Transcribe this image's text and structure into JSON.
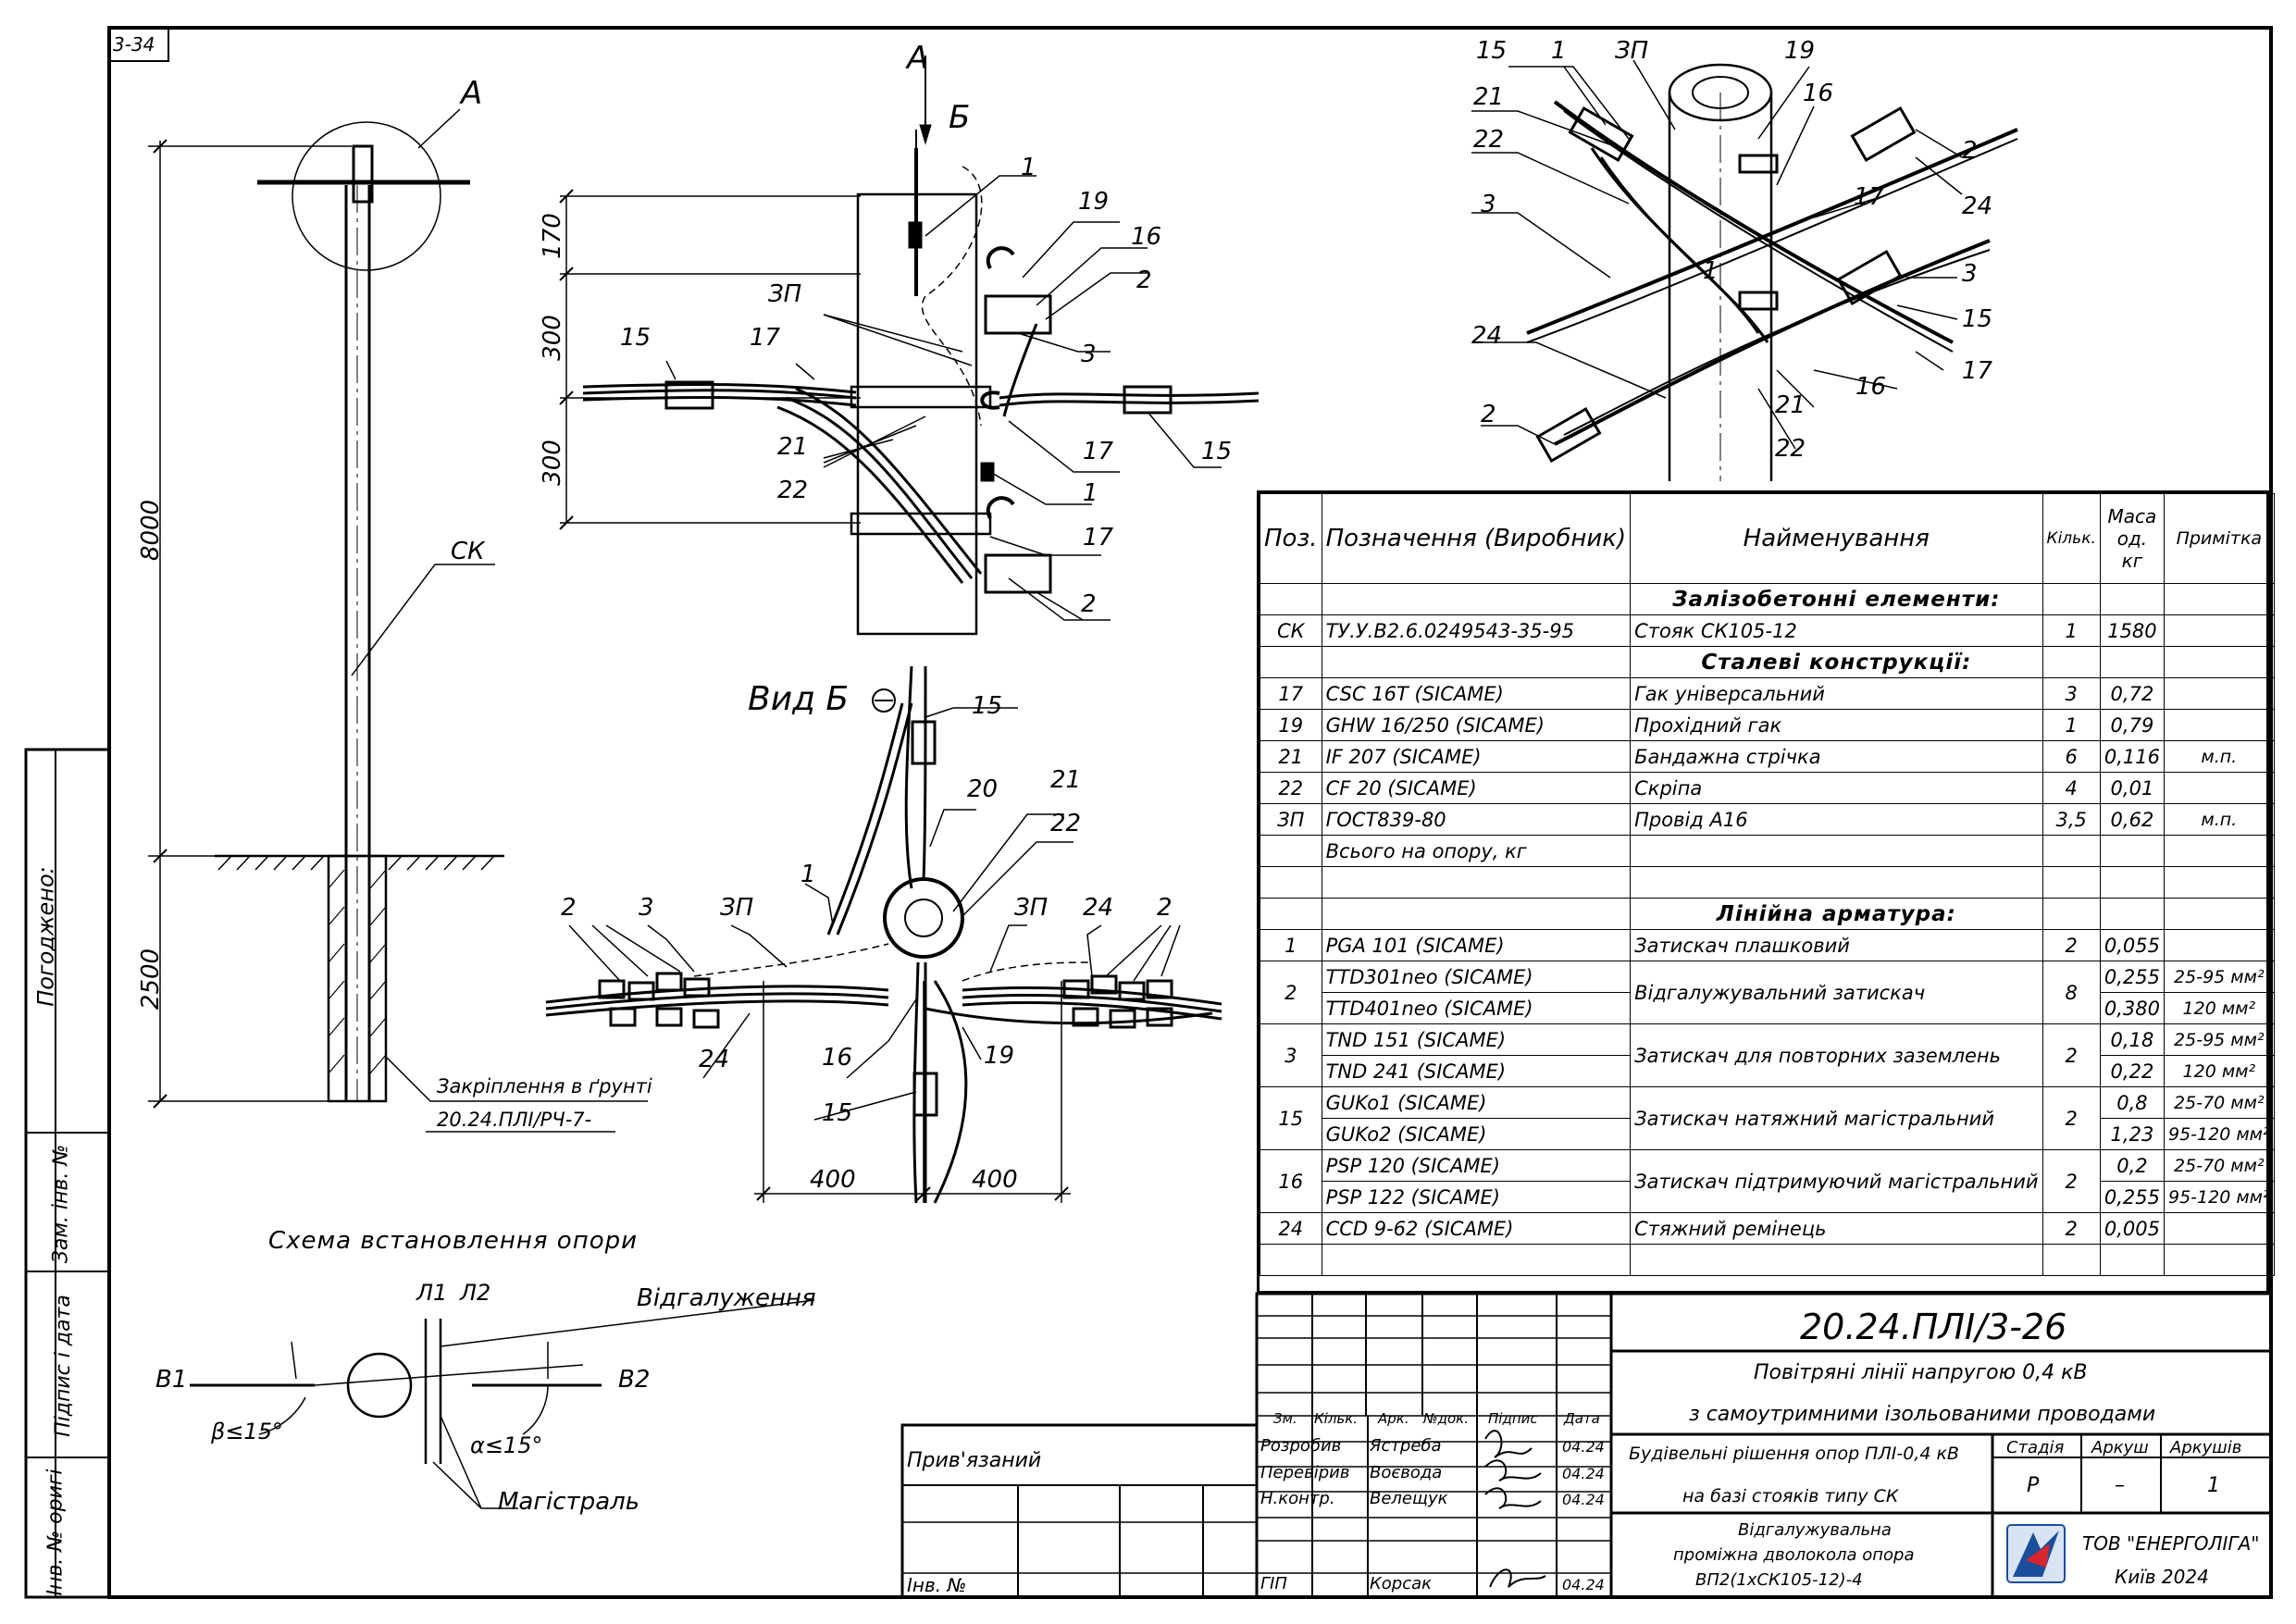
{
  "sheet_id": "3-34",
  "document_code": "20.24.ПЛІ/3-26",
  "title_line1": "Повітряні лінії напругою 0,4 кВ",
  "title_line2": "з самоутримними ізольованими проводами",
  "subtitle_line1": "Будівельні рішення опор ПЛІ-0,4 кВ",
  "subtitle_line2": "на базі стояків типу СК",
  "drawing_name_line1": "Відгалужувальна",
  "drawing_name_line2": "проміжна дволокола опора",
  "drawing_name_line3": "ВП2(1хСК105-12)-4",
  "company_line1": "ТОВ \"ЕНЕРГОЛІГА\"",
  "company_line2": "Київ 2024",
  "stage_header": "Стадія",
  "sheet_header": "Аркуш",
  "sheets_header": "Аркушів",
  "stage_value": "Р",
  "sheet_value": "–",
  "sheets_value": "1",
  "revision_headers": [
    "Зм.",
    "Кільк.",
    "Арк.",
    "№док.",
    "Підпис",
    "Дата"
  ],
  "signatures": [
    {
      "role": "Розробив",
      "name": "Ястреба",
      "date": "04.24"
    },
    {
      "role": "Перевірив",
      "name": "Воєвода",
      "date": "04.24"
    },
    {
      "role": "Н.контр.",
      "name": "Велещук",
      "date": "04.24"
    },
    {
      "role": "ГІП",
      "name": "Корсак",
      "date": "04.24"
    }
  ],
  "bound_label": "Прив'язаний",
  "inv_label": "Інв. №",
  "side_labels": {
    "agreed": "Погоджено:",
    "replace_inv": "Зам. інв. №",
    "sign_date": "Підпис і дата",
    "inv_orig": "Інв. № оригі"
  },
  "pole_view": {
    "label_a": "А",
    "dim_top": "8000",
    "dim_bottom": "2500",
    "label_ck": "СК",
    "ground_note1": "Закріплення в ґрунті",
    "ground_note2": "20.24.ПЛІ/РЧ-7-"
  },
  "view_a": {
    "label_a": "А",
    "label_b": "Б",
    "dims": [
      "170",
      "300",
      "300"
    ],
    "callouts": [
      "1",
      "19",
      "16",
      "2",
      "ЗП",
      "3",
      "15",
      "17",
      "21",
      "22",
      "17",
      "1",
      "17",
      "2",
      "15"
    ]
  },
  "view_b": {
    "title": "Вид Б",
    "dims": [
      "400",
      "400"
    ],
    "callouts": [
      "15",
      "20",
      "21",
      "22",
      "1",
      "2",
      "3",
      "ЗП",
      "ЗП",
      "24",
      "2",
      "24",
      "16",
      "19",
      "15"
    ]
  },
  "iso_view": {
    "callouts": [
      "15",
      "1",
      "ЗП",
      "19",
      "21",
      "16",
      "22",
      "2",
      "3",
      "17",
      "24",
      "1",
      "3",
      "15",
      "24",
      "21",
      "16",
      "17",
      "2",
      "22"
    ]
  },
  "scheme": {
    "title": "Схема встановлення опори",
    "l1": "Л1",
    "l2": "Л2",
    "branch": "Відгалуження",
    "b1": "В1",
    "b2": "В2",
    "beta": "β≤15°",
    "alpha": "α≤15°",
    "main": "Магістраль"
  },
  "spec_table": {
    "headers": [
      "Поз.",
      "Позначення (Виробник)",
      "Найменування",
      "Кільк.",
      "Маса од. кг",
      "Примітка"
    ],
    "sections": [
      {
        "title": "Залізобетонні елементи:",
        "rows": [
          {
            "pos": "СК",
            "code": "ТУ.У.В2.6.0249543-35-95",
            "name": "Стояк СК105-12",
            "qty": "1",
            "mass": "1580",
            "note": ""
          }
        ]
      },
      {
        "title": "Сталеві конструкції:",
        "rows": [
          {
            "pos": "17",
            "code": "CSC 16T   (SICAME)",
            "name": "Гак універсальний",
            "qty": "3",
            "mass": "0,72",
            "note": ""
          },
          {
            "pos": "19",
            "code": "GHW 16/250   (SICAME)",
            "name": "Прохідний гак",
            "qty": "1",
            "mass": "0,79",
            "note": ""
          },
          {
            "pos": "21",
            "code": "IF 207   (SICAME)",
            "name": "Бандажна стрічка",
            "qty": "6",
            "mass": "0,116",
            "note": "м.п."
          },
          {
            "pos": "22",
            "code": "CF 20   (SICAME)",
            "name": "Скріпа",
            "qty": "4",
            "mass": "0,01",
            "note": ""
          },
          {
            "pos": "ЗП",
            "code": "ГОСТ839-80",
            "name": "Провід А16",
            "qty": "3,5",
            "mass": "0,62",
            "note": "м.п."
          },
          {
            "pos": "",
            "code": "Всього на опору, кг",
            "name": "",
            "qty": "",
            "mass": "",
            "note": ""
          }
        ]
      },
      {
        "title": "Лінійна арматура:",
        "rows": [
          {
            "pos": "1",
            "code": "PGA 101   (SICAME)",
            "name": "Затискач плашковий",
            "qty": "2",
            "mass": "0,055",
            "note": ""
          },
          {
            "pos": "2",
            "code": "TTD301neo   (SICAME)",
            "code2": "TTD401neo   (SICAME)",
            "name": "Відгалужувальний затискач",
            "qty": "8",
            "mass": "0,255",
            "mass2": "0,380",
            "note": "25-95 мм²",
            "note2": "120 мм²"
          },
          {
            "pos": "3",
            "code": "TND 151   (SICAME)",
            "code2": "TND 241   (SICAME)",
            "name": "Затискач для повторних заземлень",
            "qty": "2",
            "mass": "0,18",
            "mass2": "0,22",
            "note": "25-95 мм²",
            "note2": "120 мм²"
          },
          {
            "pos": "15",
            "code": "GUKo1   (SICAME)",
            "code2": "GUKo2   (SICAME)",
            "name": "Затискач натяжний магістральний",
            "qty": "2",
            "mass": "0,8",
            "mass2": "1,23",
            "note": "25-70 мм²",
            "note2": "95-120 мм²"
          },
          {
            "pos": "16",
            "code": "PSP 120   (SICAME)",
            "code2": "PSP 122   (SICAME)",
            "name": "Затискач підтримуючий магістральний",
            "qty": "2",
            "mass": "0,2",
            "mass2": "0,255",
            "note": "25-70 мм²",
            "note2": "95-120 мм²"
          },
          {
            "pos": "24",
            "code": "CCD 9-62   (SICAME)",
            "name": "Стяжний ремінець",
            "qty": "2",
            "mass": "0,005",
            "note": ""
          }
        ]
      }
    ]
  }
}
